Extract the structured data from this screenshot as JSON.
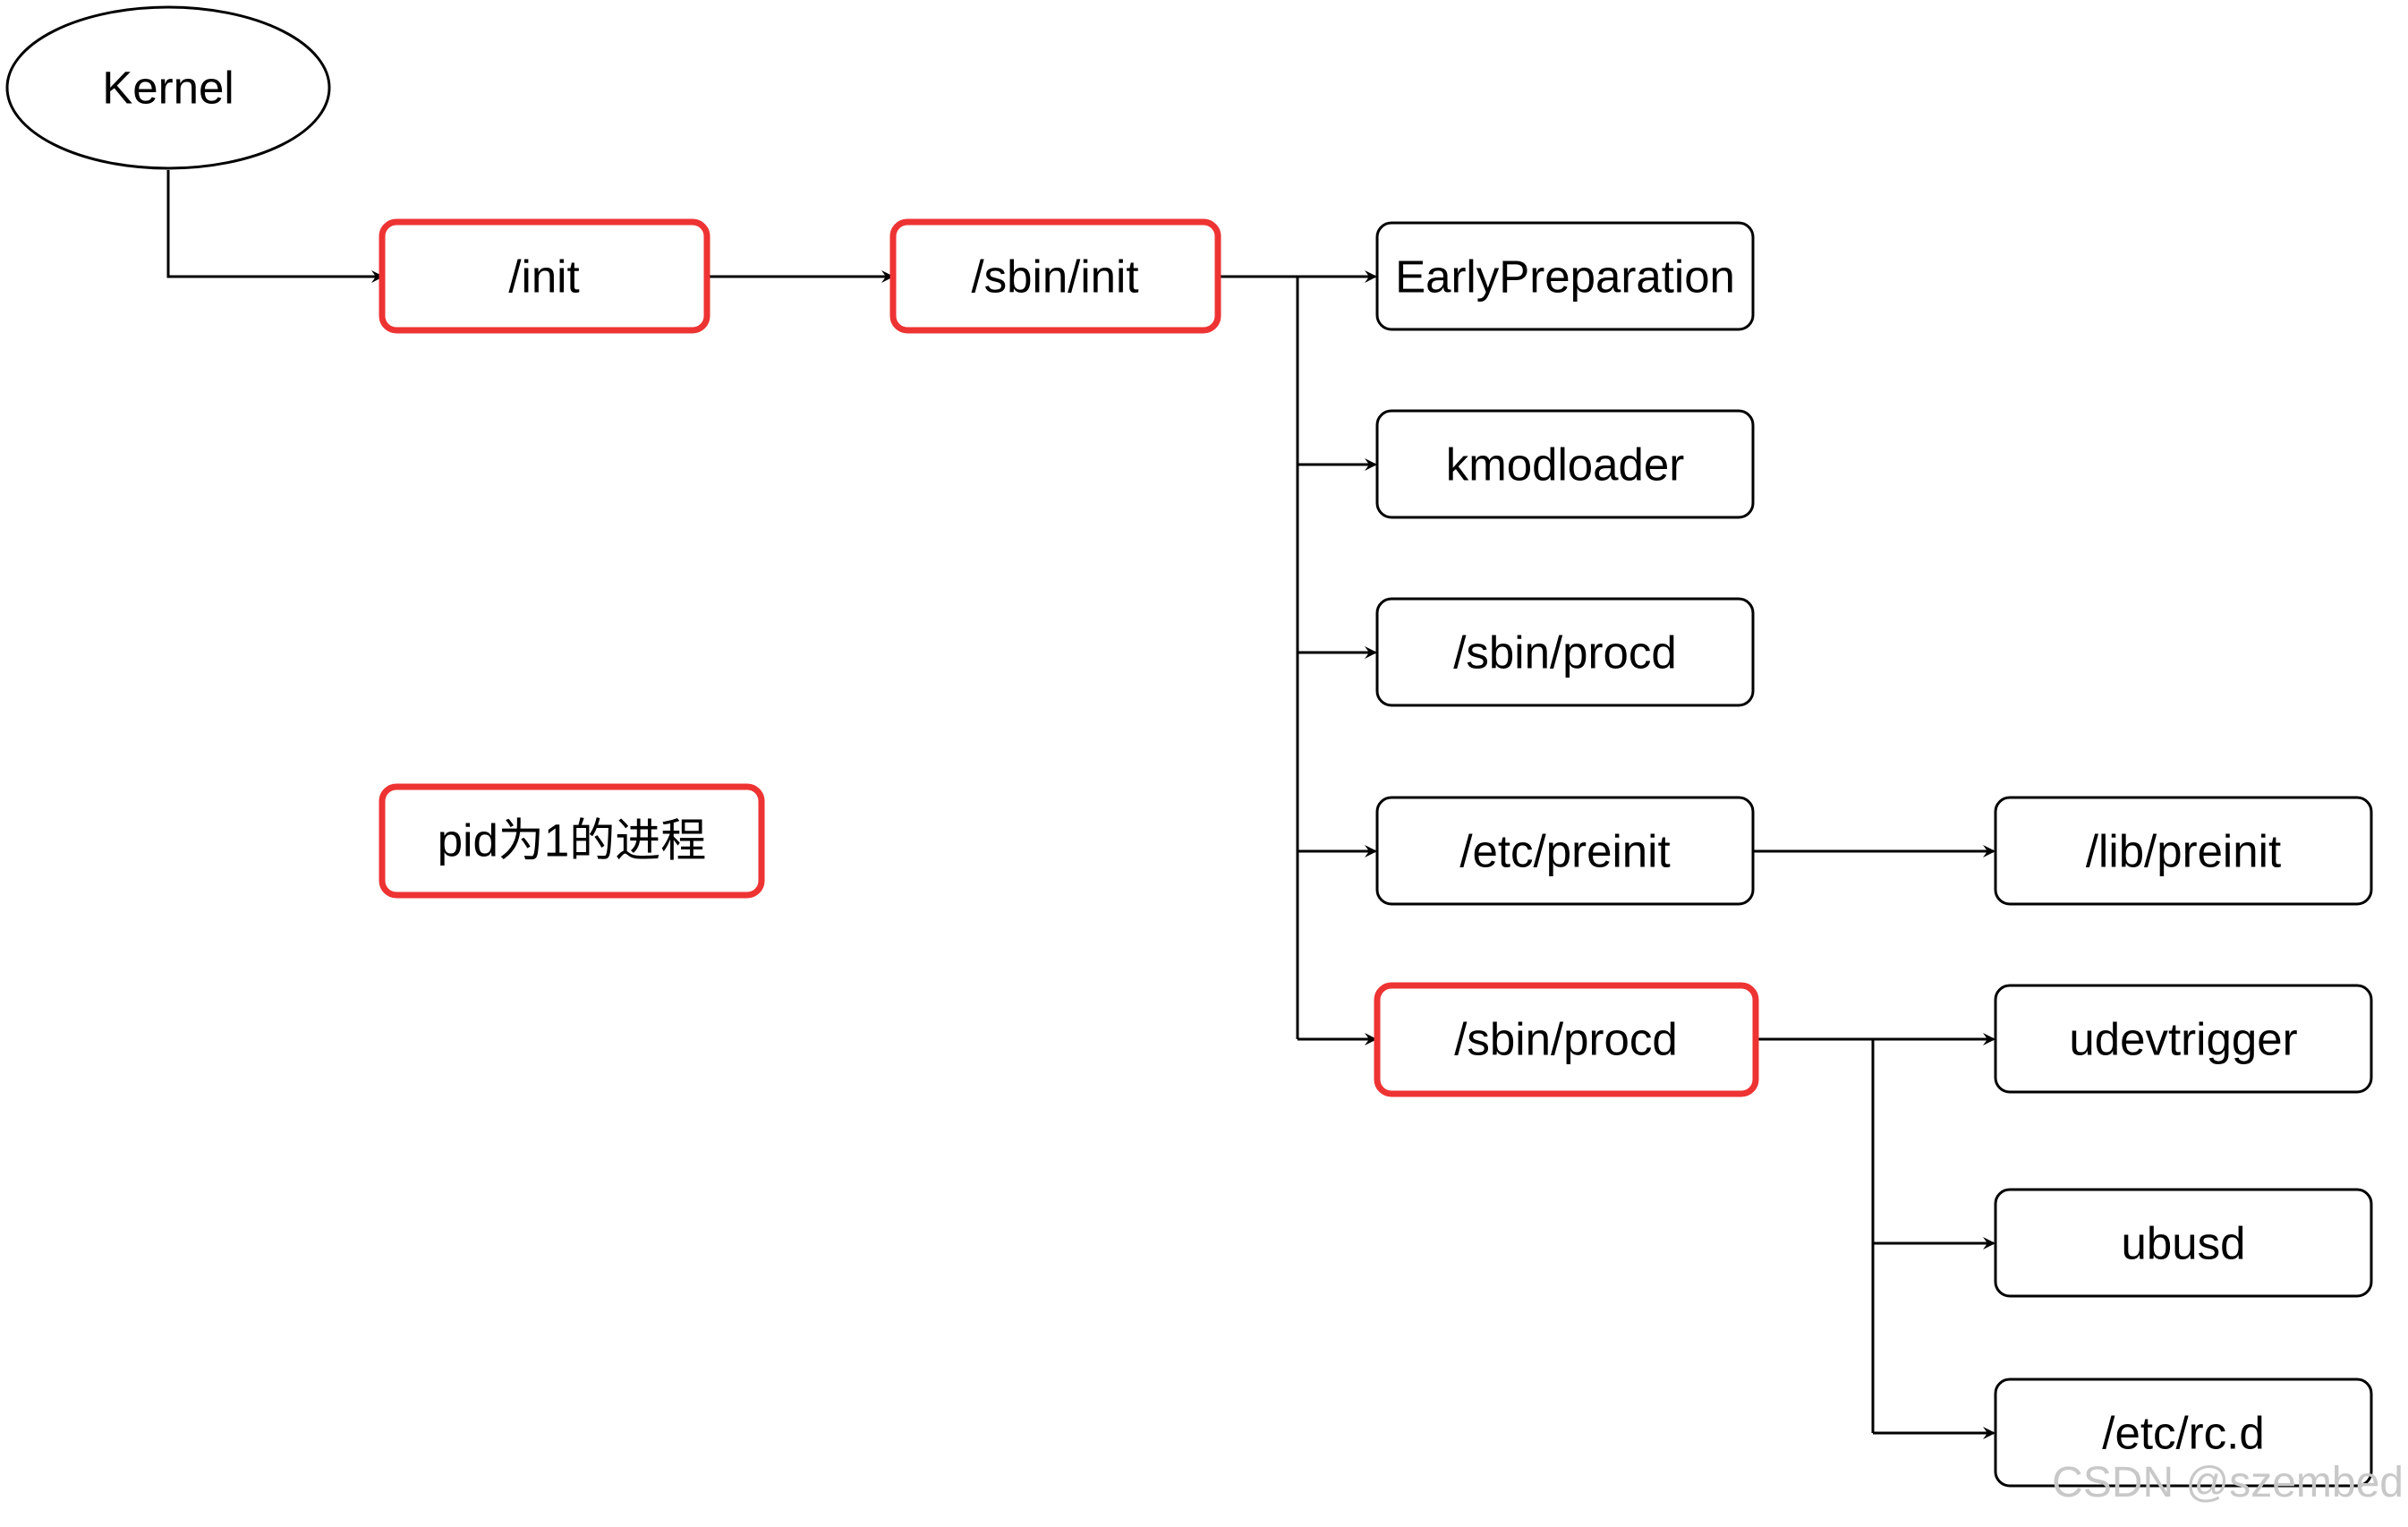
{
  "nodes": {
    "kernel": "Kernel",
    "init": "/init",
    "sbin_init": "/sbin/init",
    "early_preparation": "EarlyPreparation",
    "kmodloader": "kmodloader",
    "sbin_procd_1": "/sbin/procd",
    "etc_preinit": "/etc/preinit",
    "lib_preinit": "/lib/preinit",
    "sbin_procd_2": "/sbin/procd",
    "udevtrigger": "udevtrigger",
    "ubusd": "ubusd",
    "etc_rcd": "/etc/rc.d"
  },
  "legend": {
    "label": "pid为1的进程"
  },
  "watermark": "CSDN @szembed",
  "colors": {
    "highlight": "#ee3333",
    "stroke": "#000000"
  }
}
